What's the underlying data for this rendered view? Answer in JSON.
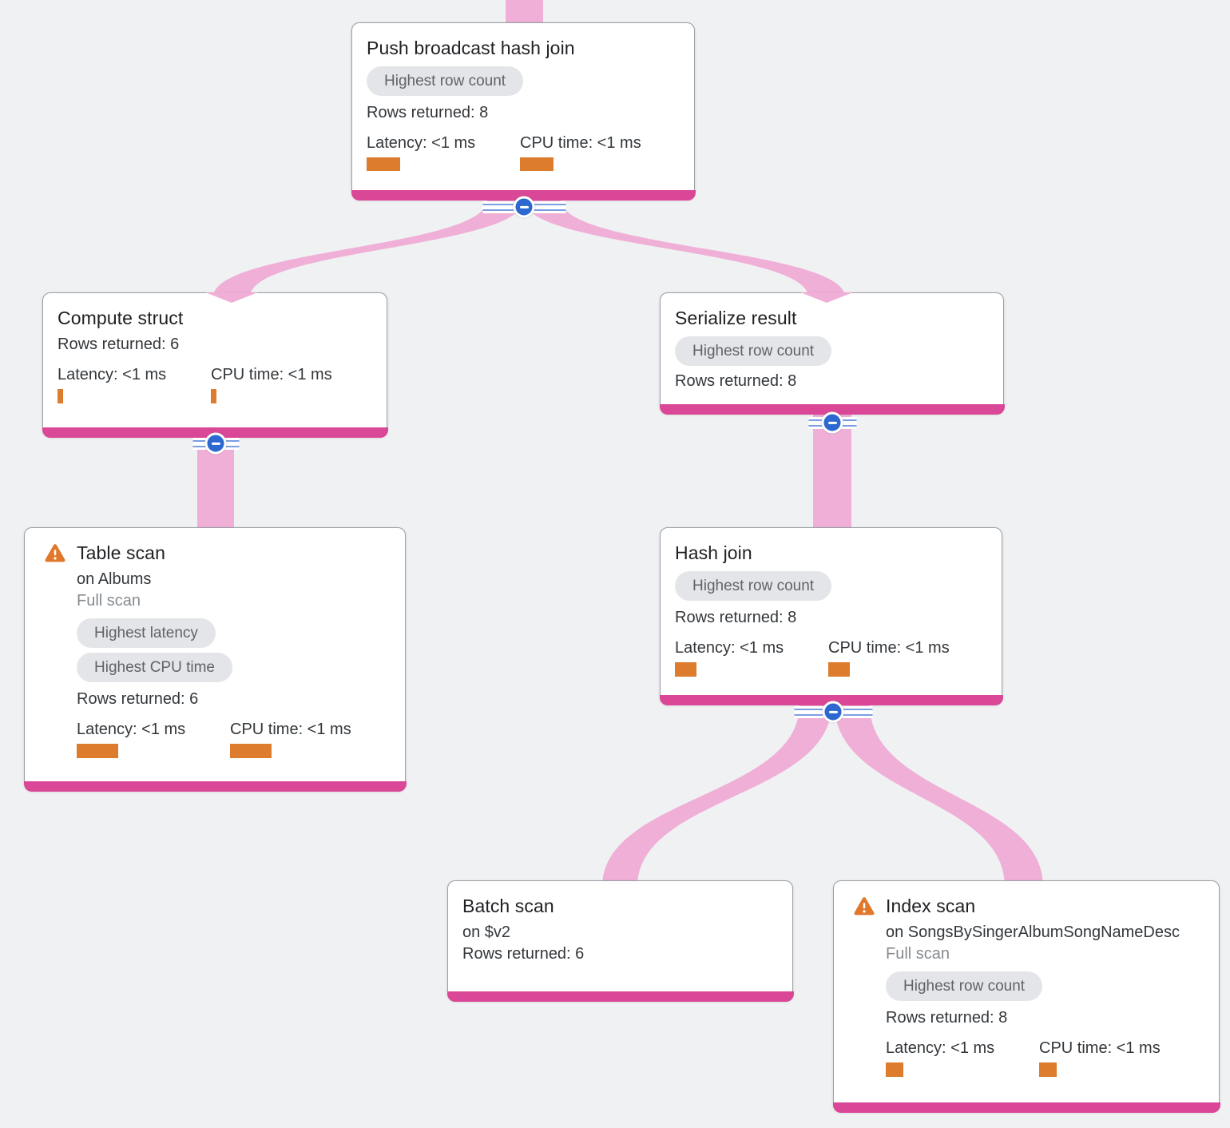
{
  "diagram": {
    "background_color": "#F0F1F3",
    "edge_color": "#EFAFD6",
    "footer_bar_color": "#DB4797",
    "metric_bar_color": "#DD7C2D",
    "collapse_button_color": "#2D68D0",
    "nodes": [
      {
        "id": "push-broadcast-hash-join",
        "title": "Push broadcast hash join",
        "badges": [
          "Highest row count"
        ],
        "rows_returned": "Rows returned: 8",
        "latency_label": "Latency: <1 ms",
        "cpu_label": "CPU time: <1 ms"
      },
      {
        "id": "compute-struct",
        "title": "Compute struct",
        "rows_returned": "Rows returned: 6",
        "latency_label": "Latency: <1 ms",
        "cpu_label": "CPU time: <1 ms"
      },
      {
        "id": "serialize-result",
        "title": "Serialize result",
        "badges": [
          "Highest row count"
        ],
        "rows_returned": "Rows returned: 8"
      },
      {
        "id": "table-scan",
        "warning": true,
        "title": "Table scan",
        "subtitle": "on Albums",
        "scan_type": "Full scan",
        "badges": [
          "Highest latency",
          "Highest CPU time"
        ],
        "rows_returned": "Rows returned: 6",
        "latency_label": "Latency: <1 ms",
        "cpu_label": "CPU time: <1 ms"
      },
      {
        "id": "hash-join",
        "title": "Hash join",
        "badges": [
          "Highest row count"
        ],
        "rows_returned": "Rows returned: 8",
        "latency_label": "Latency: <1 ms",
        "cpu_label": "CPU time: <1 ms"
      },
      {
        "id": "batch-scan",
        "title": "Batch scan",
        "subtitle": "on $v2",
        "rows_returned": "Rows returned: 6"
      },
      {
        "id": "index-scan",
        "warning": true,
        "title": "Index scan",
        "subtitle": "on SongsBySingerAlbumSongNameDesc",
        "scan_type": "Full scan",
        "badges": [
          "Highest row count"
        ],
        "rows_returned": "Rows returned: 8",
        "latency_label": "Latency: <1 ms",
        "cpu_label": "CPU time: <1 ms"
      }
    ],
    "edges": [
      {
        "from": "offscreen-parent",
        "to": "push-broadcast-hash-join"
      },
      {
        "from": "push-broadcast-hash-join",
        "to": "compute-struct"
      },
      {
        "from": "push-broadcast-hash-join",
        "to": "serialize-result"
      },
      {
        "from": "compute-struct",
        "to": "table-scan"
      },
      {
        "from": "serialize-result",
        "to": "hash-join"
      },
      {
        "from": "hash-join",
        "to": "batch-scan"
      },
      {
        "from": "hash-join",
        "to": "index-scan"
      }
    ]
  }
}
